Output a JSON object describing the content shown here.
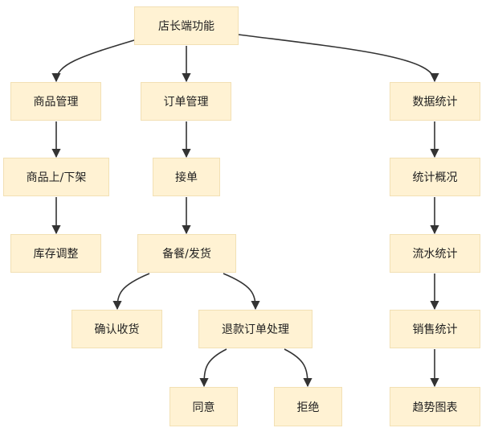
{
  "diagram": {
    "nodes": {
      "root": "店长端功能",
      "product_mgmt": "商品管理",
      "product_shelf": "商品上/下架",
      "stock_adjust": "库存调整",
      "order_mgmt": "订单管理",
      "accept_order": "接单",
      "prepare_ship": "备餐/发货",
      "confirm_receipt": "确认收货",
      "refund_handle": "退款订单处理",
      "agree": "同意",
      "reject": "拒绝",
      "data_stats": "数据统计",
      "stats_overview": "统计概况",
      "flow_stats": "流水统计",
      "sales_stats": "销售统计",
      "trend_chart": "趋势图表"
    },
    "edges": [
      [
        "root",
        "product_mgmt"
      ],
      [
        "root",
        "order_mgmt"
      ],
      [
        "root",
        "data_stats"
      ],
      [
        "product_mgmt",
        "product_shelf"
      ],
      [
        "product_shelf",
        "stock_adjust"
      ],
      [
        "order_mgmt",
        "accept_order"
      ],
      [
        "accept_order",
        "prepare_ship"
      ],
      [
        "prepare_ship",
        "confirm_receipt"
      ],
      [
        "prepare_ship",
        "refund_handle"
      ],
      [
        "refund_handle",
        "agree"
      ],
      [
        "refund_handle",
        "reject"
      ],
      [
        "data_stats",
        "stats_overview"
      ],
      [
        "stats_overview",
        "flow_stats"
      ],
      [
        "flow_stats",
        "sales_stats"
      ],
      [
        "sales_stats",
        "trend_chart"
      ]
    ]
  }
}
